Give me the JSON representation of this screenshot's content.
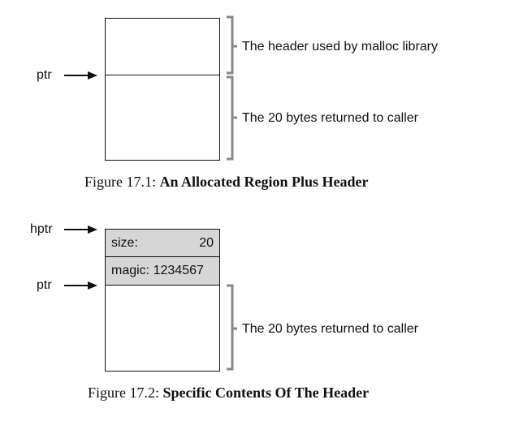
{
  "figure1": {
    "upper_annotation": "The header used by malloc library",
    "lower_annotation": "The 20 bytes returned to caller",
    "pointer_label": "ptr",
    "caption_prefix": "Figure 17.1:",
    "caption_title": "An Allocated Region Plus Header"
  },
  "figure2": {
    "hptr_label": "hptr",
    "ptr_label": "ptr",
    "size_label": "size:",
    "size_value": "20",
    "magic_label": "magic: 1234567",
    "lower_annotation": "The 20 bytes returned to caller",
    "caption_prefix": "Figure 17.2:",
    "caption_title": "Specific Contents Of The Header"
  },
  "colors": {
    "header_fill": "#d6d6d6",
    "bracket": "#888888",
    "ink": "#111111"
  }
}
